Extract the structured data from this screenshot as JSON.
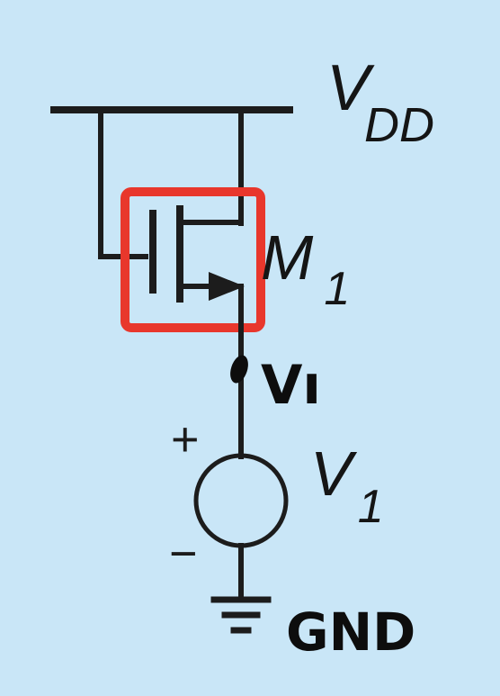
{
  "supply_label": {
    "main": "V",
    "sub": "DD"
  },
  "transistor_label": {
    "main": "M",
    "sub": "1"
  },
  "source_label": {
    "main": "V",
    "sub": "1"
  },
  "node_label": "Vı",
  "plus_sign": "+",
  "minus_sign": "−",
  "ground_label": "GND",
  "highlight_color": "#e8372c",
  "background_color": "#c9e6f7"
}
